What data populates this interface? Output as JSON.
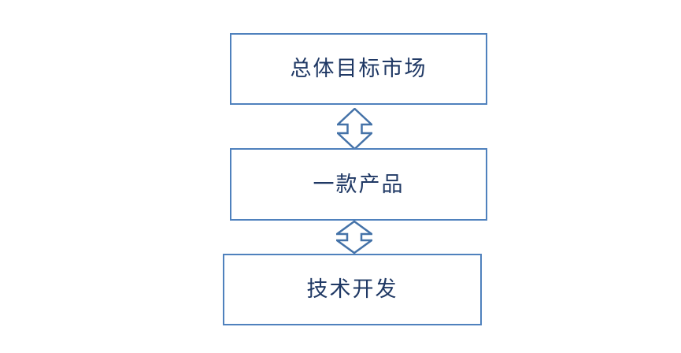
{
  "diagram": {
    "title": "market-product-technology relationship diagram",
    "colors": {
      "background": "#ffffff",
      "border": "#4f81bd",
      "text": "#1f3864",
      "arrow": "#4472a8"
    },
    "nodes": [
      {
        "id": "market",
        "label": "总体目标市场"
      },
      {
        "id": "product",
        "label": "一款产品"
      },
      {
        "id": "tech",
        "label": "技术开发"
      }
    ],
    "connectors": [
      {
        "from": "market",
        "to": "product",
        "type": "up-down-arrow",
        "icon": "up-down-arrow-icon"
      },
      {
        "from": "product",
        "to": "tech",
        "type": "up-down-arrow",
        "icon": "up-down-arrow-icon"
      }
    ]
  }
}
